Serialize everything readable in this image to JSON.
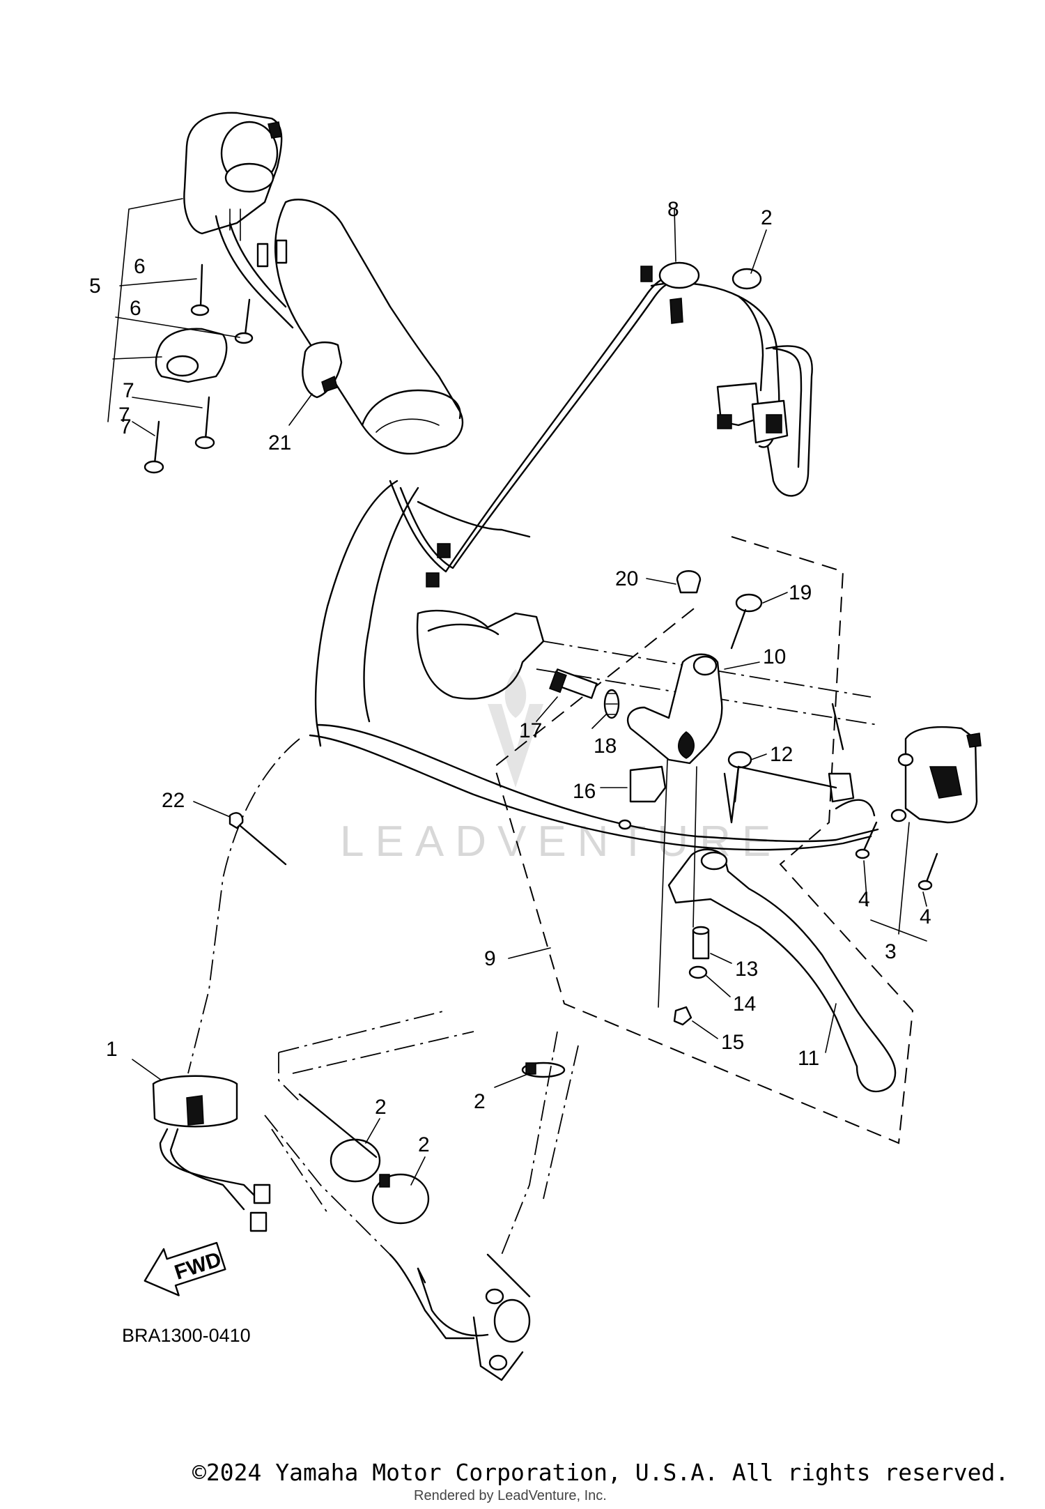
{
  "diagram": {
    "callouts": [
      {
        "id": "c1",
        "label": "1"
      },
      {
        "id": "c2a",
        "label": "2"
      },
      {
        "id": "c2b",
        "label": "2"
      },
      {
        "id": "c2c",
        "label": "2"
      },
      {
        "id": "c2d",
        "label": "2"
      },
      {
        "id": "c3",
        "label": "3"
      },
      {
        "id": "c4a",
        "label": "4"
      },
      {
        "id": "c4b",
        "label": "4"
      },
      {
        "id": "c5",
        "label": "5"
      },
      {
        "id": "c6a",
        "label": "6"
      },
      {
        "id": "c6b",
        "label": "6"
      },
      {
        "id": "c7a",
        "label": "7"
      },
      {
        "id": "c7b",
        "label": "7"
      },
      {
        "id": "c7c",
        "label": "7"
      },
      {
        "id": "c8",
        "label": "8"
      },
      {
        "id": "c9",
        "label": "9"
      },
      {
        "id": "c10",
        "label": "10"
      },
      {
        "id": "c11",
        "label": "11"
      },
      {
        "id": "c12",
        "label": "12"
      },
      {
        "id": "c13",
        "label": "13"
      },
      {
        "id": "c14",
        "label": "14"
      },
      {
        "id": "c15",
        "label": "15"
      },
      {
        "id": "c16",
        "label": "16"
      },
      {
        "id": "c17",
        "label": "17"
      },
      {
        "id": "c18",
        "label": "18"
      },
      {
        "id": "c19",
        "label": "19"
      },
      {
        "id": "c20",
        "label": "20"
      },
      {
        "id": "c21",
        "label": "21"
      },
      {
        "id": "c22",
        "label": "22"
      }
    ],
    "fwd_label": "FWD",
    "diagram_code": "BRA1300-0410",
    "watermark": "LEADVENTURE"
  },
  "footer": {
    "copyright": "©2024 Yamaha Motor Corporation, U.S.A. All rights reserved.",
    "rendered_by": "Rendered by LeadVenture, Inc."
  }
}
